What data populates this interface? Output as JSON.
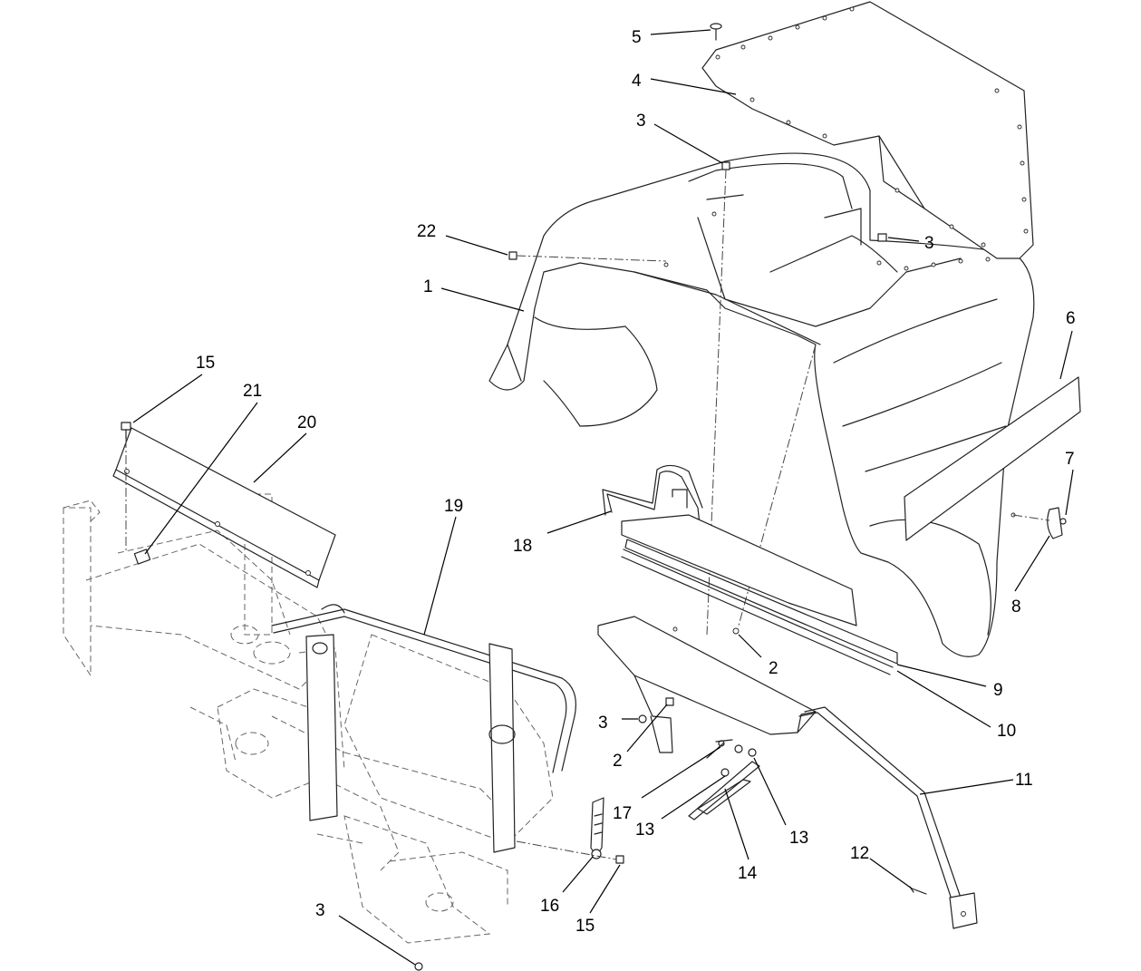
{
  "diagram": {
    "callouts": [
      {
        "id": "c5",
        "text": "5"
      },
      {
        "id": "c4",
        "text": "4"
      },
      {
        "id": "c3a",
        "text": "3"
      },
      {
        "id": "c22",
        "text": "22"
      },
      {
        "id": "c3b",
        "text": "3"
      },
      {
        "id": "c1",
        "text": "1"
      },
      {
        "id": "c6",
        "text": "6"
      },
      {
        "id": "c15a",
        "text": "15"
      },
      {
        "id": "c21",
        "text": "21"
      },
      {
        "id": "c20",
        "text": "20"
      },
      {
        "id": "c19",
        "text": "19"
      },
      {
        "id": "c7",
        "text": "7"
      },
      {
        "id": "c18",
        "text": "18"
      },
      {
        "id": "c8",
        "text": "8"
      },
      {
        "id": "c2a",
        "text": "2"
      },
      {
        "id": "c9",
        "text": "9"
      },
      {
        "id": "c3c",
        "text": "3"
      },
      {
        "id": "c10",
        "text": "10"
      },
      {
        "id": "c2b",
        "text": "2"
      },
      {
        "id": "c11",
        "text": "11"
      },
      {
        "id": "c17",
        "text": "17"
      },
      {
        "id": "c13a",
        "text": "13"
      },
      {
        "id": "c13b",
        "text": "13"
      },
      {
        "id": "c14",
        "text": "14"
      },
      {
        "id": "c12",
        "text": "12"
      },
      {
        "id": "c16",
        "text": "16"
      },
      {
        "id": "c15b",
        "text": "15"
      },
      {
        "id": "c3d",
        "text": "3"
      }
    ]
  }
}
